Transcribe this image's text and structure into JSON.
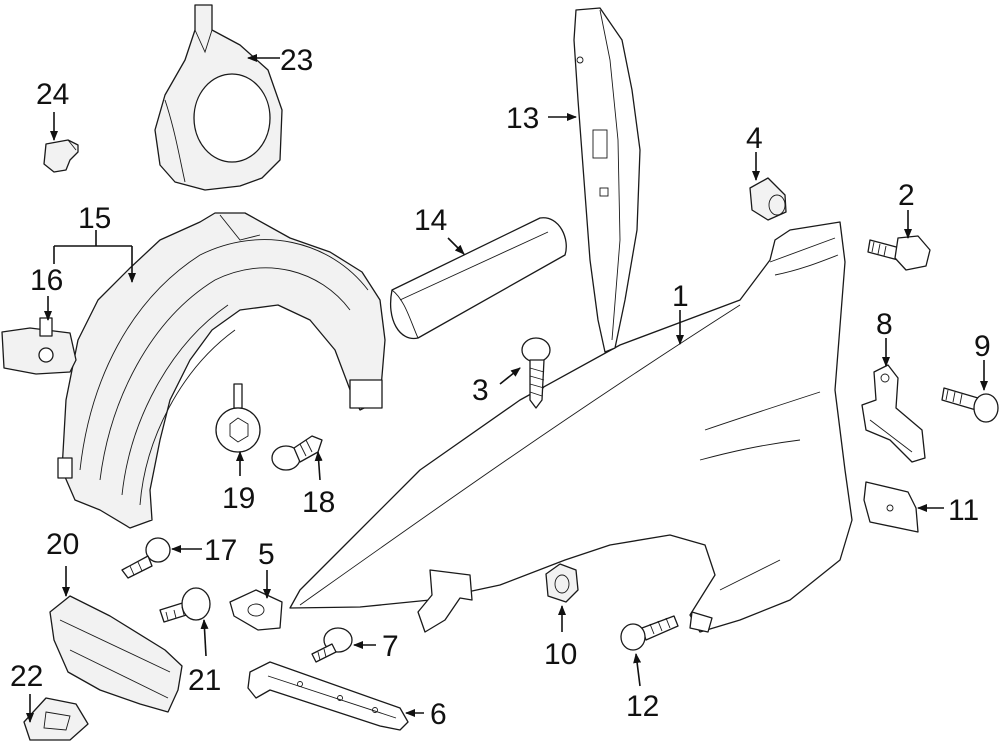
{
  "diagram": {
    "type": "exploded-parts-diagram",
    "colors": {
      "line": "#1a1a1a",
      "text": "#111111",
      "background": "#ffffff"
    },
    "parts": [
      {
        "id": "1",
        "label": "1",
        "icon": "fender-panel"
      },
      {
        "id": "2",
        "label": "2",
        "icon": "hex-bolt"
      },
      {
        "id": "3",
        "label": "3",
        "icon": "screw"
      },
      {
        "id": "4",
        "label": "4",
        "icon": "grommet"
      },
      {
        "id": "5",
        "label": "5",
        "icon": "clip-nut"
      },
      {
        "id": "6",
        "label": "6",
        "icon": "support-bracket"
      },
      {
        "id": "7",
        "label": "7",
        "icon": "screw"
      },
      {
        "id": "8",
        "label": "8",
        "icon": "mount-bracket"
      },
      {
        "id": "9",
        "label": "9",
        "icon": "bolt"
      },
      {
        "id": "10",
        "label": "10",
        "icon": "hex-nut"
      },
      {
        "id": "11",
        "label": "11",
        "icon": "plate"
      },
      {
        "id": "12",
        "label": "12",
        "icon": "bolt"
      },
      {
        "id": "13",
        "label": "13",
        "icon": "pillar-panel"
      },
      {
        "id": "14",
        "label": "14",
        "icon": "trim-molding"
      },
      {
        "id": "15",
        "label": "15",
        "icon": "fender-liner"
      },
      {
        "id": "16",
        "label": "16",
        "icon": "liner-clip"
      },
      {
        "id": "17",
        "label": "17",
        "icon": "push-rivet"
      },
      {
        "id": "18",
        "label": "18",
        "icon": "push-rivet"
      },
      {
        "id": "19",
        "label": "19",
        "icon": "flange-screw"
      },
      {
        "id": "20",
        "label": "20",
        "icon": "deflector"
      },
      {
        "id": "21",
        "label": "21",
        "icon": "stud-screw"
      },
      {
        "id": "22",
        "label": "22",
        "icon": "clip"
      },
      {
        "id": "23",
        "label": "23",
        "icon": "splash-shield"
      },
      {
        "id": "24",
        "label": "24",
        "icon": "rivet-plug"
      }
    ]
  }
}
